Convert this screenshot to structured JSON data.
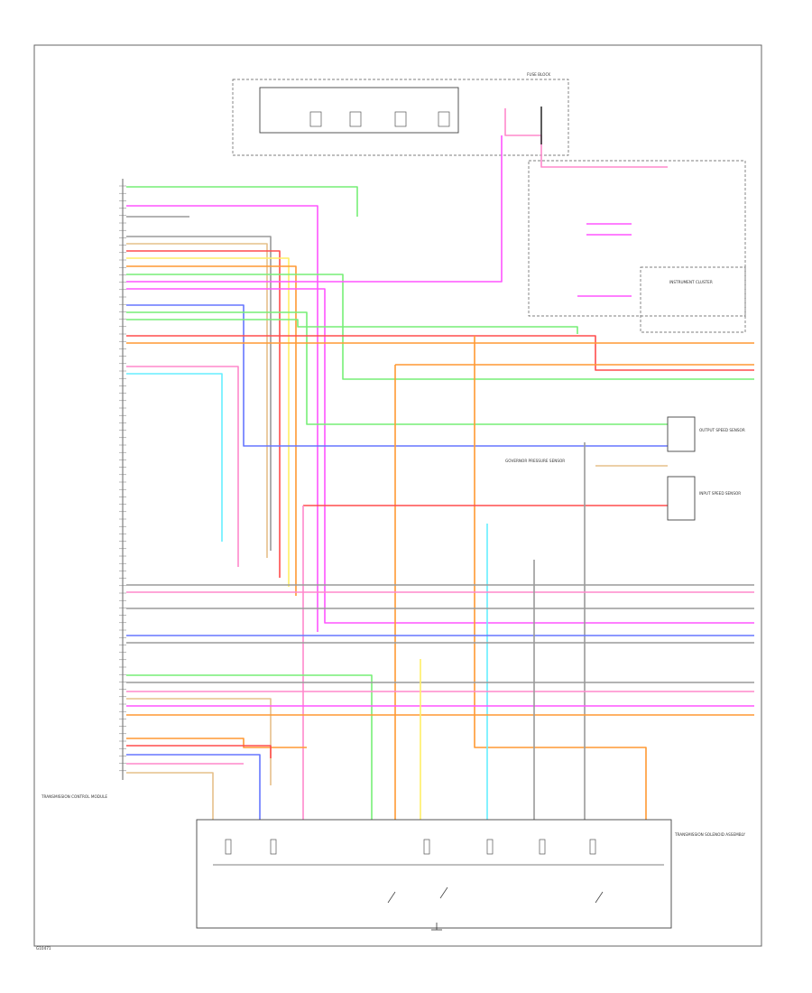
{
  "labels": {
    "cluster_panel": "INSTRUMENT CLUSTER",
    "pcm": "TRANSMISSION CONTROL MODULE",
    "valve_body": "TRANSMISSION SOLENOID ASSEMBLY",
    "governor": "GOVERNOR PRESSURE SENSOR",
    "output_speed": "OUTPUT SPEED SENSOR",
    "input_speed": "INPUT SPEED SENSOR",
    "fuse_block": "FUSE BLOCK",
    "footer": "G10471"
  },
  "wire_colors": {
    "green": "#77ee77",
    "magenta": "#ff55ff",
    "pink": "#ff88cc",
    "orange": "#ff9933",
    "red": "#ff4d4d",
    "yellow": "#ffee66",
    "cyan": "#66eeff",
    "blue": "#6677ff",
    "gray": "#9a9a9a",
    "tan": "#e6c08a",
    "black": "#333333"
  }
}
